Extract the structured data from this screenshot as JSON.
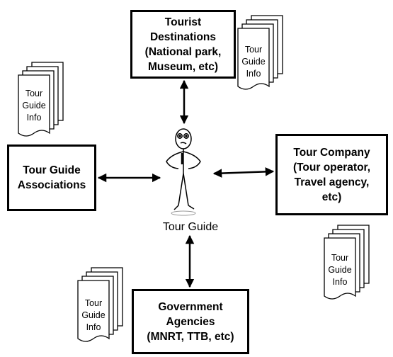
{
  "diagram": {
    "center": {
      "label": "Tour Guide"
    },
    "nodes": {
      "destinations": {
        "label": "Tourist\nDestinations\n(National park,\nMuseum, etc)"
      },
      "associations": {
        "label": "Tour Guide\nAssociations"
      },
      "company": {
        "label": "Tour Company\n(Tour operator,\nTravel agency,\netc)"
      },
      "government": {
        "label": "Government\nAgencies\n(MNRT, TTB, etc)"
      }
    },
    "documents": {
      "label_lines": [
        "Tour",
        "Guide",
        "Info"
      ]
    },
    "connections": [
      {
        "from": "destinations",
        "to": "center",
        "direction": "both"
      },
      {
        "from": "associations",
        "to": "center",
        "direction": "both"
      },
      {
        "from": "company",
        "to": "center",
        "direction": "both"
      },
      {
        "from": "government",
        "to": "center",
        "direction": "both"
      }
    ]
  }
}
